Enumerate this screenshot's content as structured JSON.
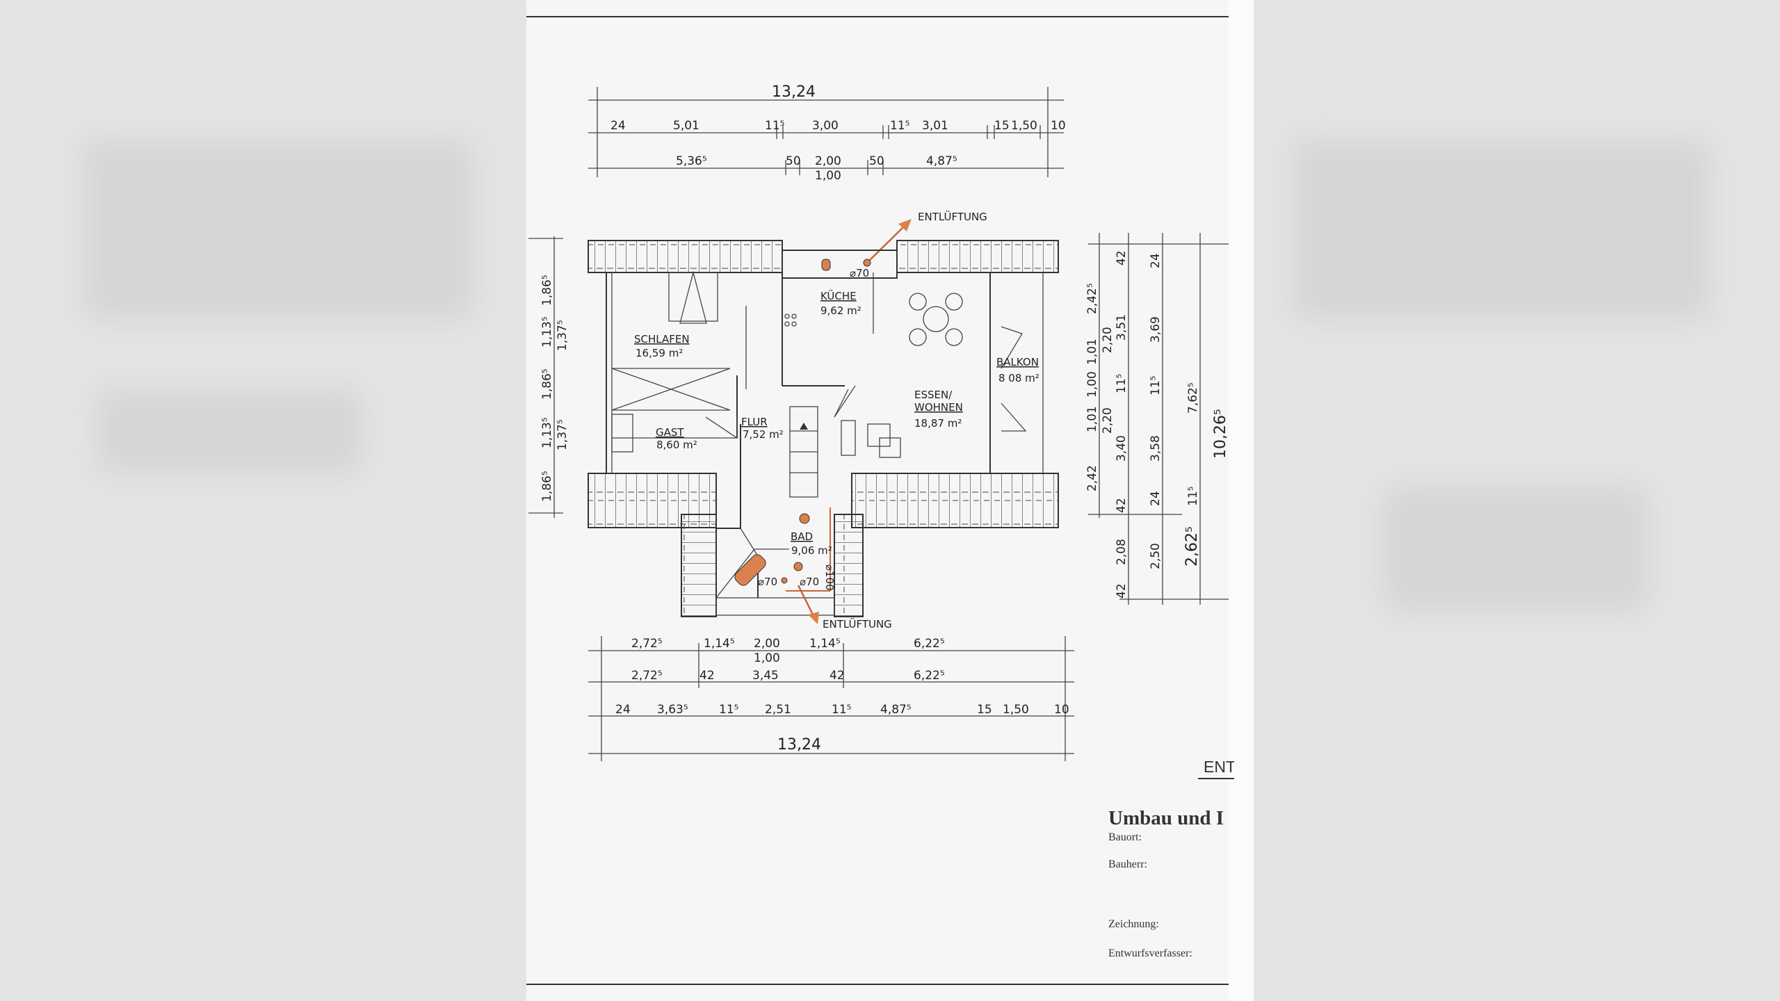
{
  "top_dims": {
    "overall": "13,24",
    "row2": [
      "24",
      "5,01",
      "11⁵",
      "3,00",
      "11⁵",
      "3,01",
      "15",
      "1,50",
      "10"
    ],
    "row3": [
      "5,36⁵",
      "50",
      "2,00",
      "1,00",
      "50",
      "4,87⁵"
    ]
  },
  "bottom_dims": {
    "row1": [
      "2,72⁵",
      "1,14⁵",
      "2,00",
      "1,00",
      "1,14⁵",
      "6,22⁵"
    ],
    "row2": [
      "2,72⁵",
      "42",
      "3,45",
      "42",
      "6,22⁵"
    ],
    "row3": [
      "24",
      "3,63⁵",
      "11⁵",
      "2,51",
      "11⁵",
      "4,87⁵",
      "15",
      "1,50",
      "10"
    ],
    "overall": "13,24"
  },
  "left_dims": [
    "1,86⁵",
    "1,13⁵",
    "1,37⁵",
    "1,86⁵",
    "1,13⁵",
    "1,37⁵",
    "1,86⁵"
  ],
  "right_dims": {
    "col1": [
      "2,42⁵",
      "1,01",
      "2,20",
      "1,00",
      "1,01",
      "2,20",
      "2,42"
    ],
    "col2": [
      "42",
      "3,51",
      "11⁵",
      "3,40",
      "42",
      "2,08",
      "42"
    ],
    "col3": [
      "24",
      "3,69",
      "11⁵",
      "3,58",
      "24",
      "2,50"
    ],
    "col4": [
      "7,62⁵",
      "11⁵",
      "2,62⁵"
    ],
    "col5": [
      "10,26⁵"
    ]
  },
  "rooms": [
    {
      "name": "SCHLAFEN",
      "area": "16,59 m²"
    },
    {
      "name": "KÜCHE",
      "area": "9,62 m²"
    },
    {
      "name": "ESSEN/",
      "name2": "WOHNEN",
      "area": "18,87 m²"
    },
    {
      "name": "BALKON",
      "area": "8 08 m²"
    },
    {
      "name": "GAST",
      "area": "8,60 m²"
    },
    {
      "name": "FLUR",
      "area": "7,52 m²"
    },
    {
      "name": "BAD",
      "area": "9,06 m²"
    }
  ],
  "annotations": {
    "vent_top": "ENTLÜFTUNG",
    "vent_bottom": "ENTLÜFTUNG",
    "pipe_kitchen": "⌀70",
    "pipe_bath1": "⌀70",
    "pipe_bath2": "⌀70",
    "pipe_bath3": "⌀100"
  },
  "title_block": {
    "stamp": "ENTW",
    "title": "Umbau und I",
    "bauort": "Bauort:",
    "bauherr": "Bauherr:",
    "zeichnung": "Zeichnung:",
    "verfasser": "Entwurfsverfasser:"
  },
  "colors": {
    "paper": "#f6f6f6",
    "ink": "#222222",
    "marker": "#d9824f"
  }
}
